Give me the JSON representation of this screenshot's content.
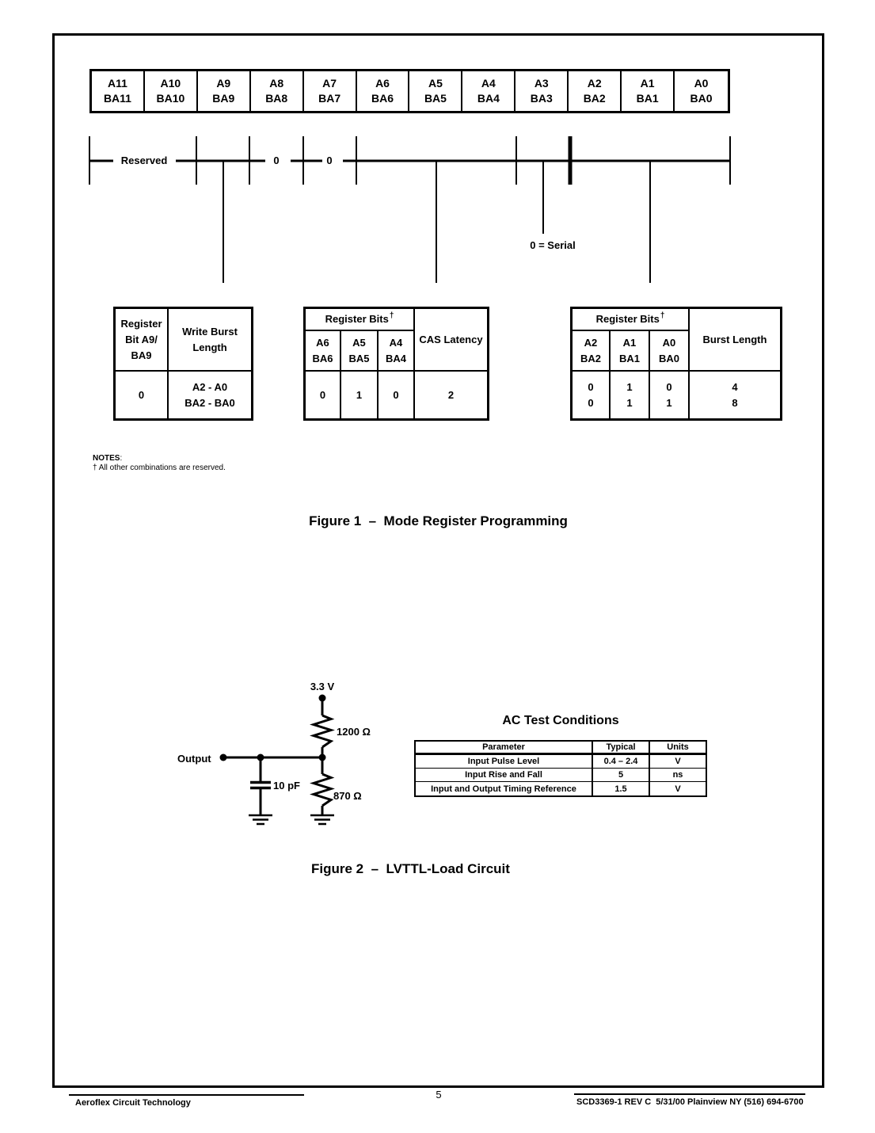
{
  "register_diagram": {
    "address_bits": [
      "A11\nBA11",
      "A10\nBA10",
      "A9\nBA9",
      "A8\nBA8",
      "A7\nBA7",
      "A6\nBA6",
      "A5\nBA5",
      "A4\nBA4",
      "A3\nBA3",
      "A2\nBA2",
      "A1\nBA1",
      "A0\nBA0"
    ],
    "reserved_label": "Reserved",
    "zero_label_1": "0",
    "zero_label_2": "0",
    "serial_label": "0 = Serial"
  },
  "tables": {
    "write_burst": {
      "header_bit": "Register\nBit A9/\nBA9",
      "header_value": "Write Burst\nLength",
      "row_bit": "0",
      "row_value": "A2 - A0\nBA2 - BA0"
    },
    "cas_latency": {
      "group_header": "Register Bits",
      "dagger": "†",
      "value_header": "CAS Latency",
      "sub_headers": [
        "A6\nBA6",
        "A5\nBA5",
        "A4\nBA4"
      ],
      "data": [
        "0",
        "1",
        "0"
      ],
      "value": "2"
    },
    "burst_length": {
      "group_header": "Register Bits",
      "dagger": "†",
      "value_header": "Burst Length",
      "sub_headers": [
        "A2\nBA2",
        "A1\nBA1",
        "A0\nBA0"
      ],
      "data": [
        "0\n0",
        "1\n1",
        "0\n1"
      ],
      "value": "4\n8"
    }
  },
  "notes": {
    "label": "NOTES",
    "colon": ":",
    "note1": "† All other combinations are reserved."
  },
  "figures": {
    "figure1_caption": "Figure 1  –  Mode Register Programming",
    "figure2_caption": "Figure 2  –  LVTTL-Load Circuit"
  },
  "circuit": {
    "supply_label": "3.3 V",
    "r1_label": "1200 Ω",
    "r2_label": "870 Ω",
    "cap_label": "10 pF",
    "output_label": "Output"
  },
  "ac_test_conditions": {
    "title": "AC Test Conditions",
    "columns": [
      "Parameter",
      "Typical",
      "Units"
    ],
    "rows": [
      [
        "Input Pulse Level",
        "0.4 – 2.4",
        "V"
      ],
      [
        "Input Rise and Fall",
        "5",
        "ns"
      ],
      [
        "Input and Output Timing Reference",
        "1.5",
        "V"
      ]
    ]
  },
  "footer": {
    "left": "Aeroflex Circuit Technology",
    "page_number": "5",
    "right": "SCD3369-1 REV C  5/31/00 Plainview NY (516) 694-6700"
  }
}
